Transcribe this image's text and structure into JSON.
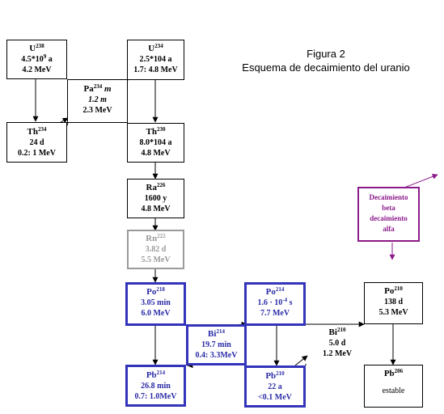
{
  "title": {
    "line1": "Figura 2",
    "line2": "Esquema de decaimiento del uranio"
  },
  "legend": {
    "line1": "Decaimiento",
    "line2": "beta",
    "line3": "decaimiento",
    "line4": "alfa"
  },
  "nodes": {
    "u238": {
      "symbol": "U",
      "mass": "238",
      "halflife_base": "4.5*10",
      "halflife_exp": "9",
      "halflife_unit": " a",
      "energy": "4.2 MeV"
    },
    "th234": {
      "symbol": "Th",
      "mass": "234",
      "halflife": "24 d",
      "energy": "0.2: 1 MeV"
    },
    "pa234": {
      "symbol": "Pa",
      "mass": "234",
      "suffix": " m",
      "halflife": "1.2 m",
      "energy": "2.3 MeV"
    },
    "u234": {
      "symbol": "U",
      "mass": "234",
      "halflife": "2.5*104 a",
      "energy": "1.7: 4.8 MeV"
    },
    "th230": {
      "symbol": "Th",
      "mass": "230",
      "halflife": "8.0*104 a",
      "energy": "4.8 MeV"
    },
    "ra226": {
      "symbol": "Ra",
      "mass": "226",
      "halflife": "1600 y",
      "energy": "4.8 MeV"
    },
    "rn222": {
      "symbol": "Rn",
      "mass": "222",
      "halflife": "3.82 d",
      "energy": "5.5 MeV"
    },
    "po218": {
      "symbol": "Po",
      "mass": "218",
      "halflife": "3.05 min",
      "energy": "6.0 MeV"
    },
    "pb214": {
      "symbol": "Pb",
      "mass": "214",
      "halflife": "26.8 min",
      "energy": "0.7: 1.0MeV"
    },
    "bi214": {
      "symbol": "Bi",
      "mass": "214",
      "halflife": "19.7 min",
      "energy": "0.4: 3.3MeV"
    },
    "po214": {
      "symbol": "Po",
      "mass": "214",
      "halflife_base": "1.6 · 10",
      "halflife_exp": "-4",
      "halflife_unit": " s",
      "energy": "7.7 MeV"
    },
    "pb210": {
      "symbol": "Pb",
      "mass": "210",
      "halflife": "22 a",
      "energy": "<0.1 MeV"
    },
    "bi210": {
      "symbol": "Bi",
      "mass": "210",
      "halflife": "5.0 d",
      "energy": "1.2 MeV"
    },
    "po210": {
      "symbol": "Po",
      "mass": "210",
      "halflife": "138 d",
      "energy": "5.3 MeV"
    },
    "pb206": {
      "symbol": "Pb",
      "mass": "206",
      "note": "estable"
    }
  },
  "colors": {
    "gray": "#9a9a9a",
    "blue": "#3333bb",
    "purple": "#8b1a8b",
    "black": "#000000"
  }
}
